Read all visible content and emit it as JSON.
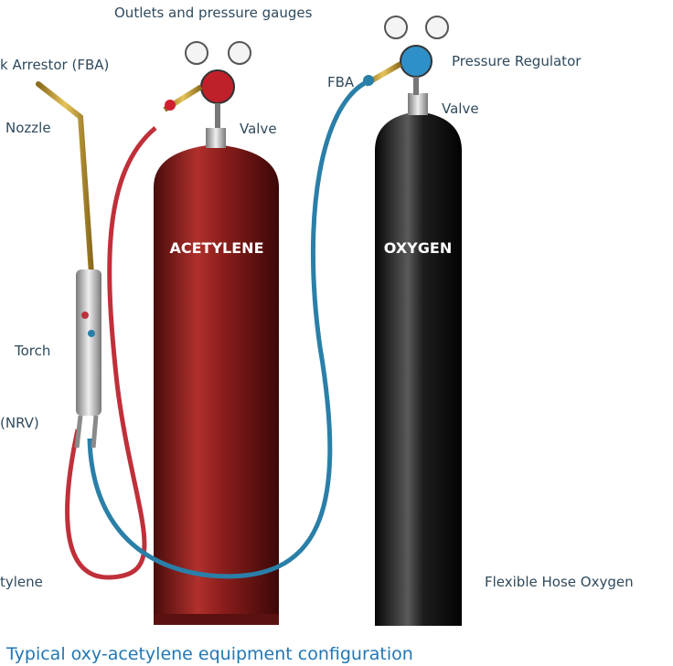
{
  "labels": {
    "outlets_gauges": "Outlets and pressure gauges",
    "fba_left": "k Arrestor (FBA)",
    "nozzle": "Nozzle",
    "valve_left": "Valve",
    "fba_right": "FBA",
    "pressure_regulator": "Pressure Regulator",
    "valve_right": "Valve",
    "torch": "Torch",
    "nrv": "(NRV)",
    "hose_acetylene": "tylene",
    "hose_oxygen": "Flexible Hose Oxygen"
  },
  "cylinders": {
    "acetylene": "ACETYLENE",
    "oxygen": "OXYGEN"
  },
  "caption": "Typical oxy-acetylene equipment configuration",
  "colors": {
    "acetylene_body": "#8b1e1c",
    "oxygen_body": "#161616",
    "red_hose": "#c0303a",
    "blue_hose": "#2a7fa8",
    "brass": "#c9a23a",
    "label_text": "#2f4a5c",
    "caption_text": "#2277b5"
  }
}
